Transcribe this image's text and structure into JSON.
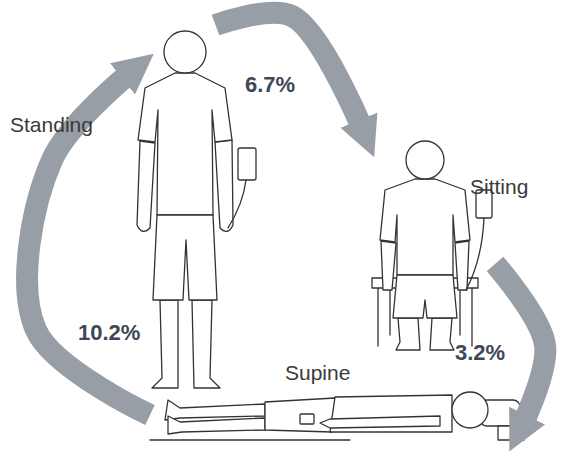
{
  "diagram": {
    "nodes": [
      {
        "text": [
          "Standing"
        ]
      },
      {
        "text": [
          "Sitting"
        ]
      },
      {
        "text": [
          "Supine"
        ]
      }
    ],
    "edges": [
      {
        "from": 0,
        "to": 1,
        "arrow": "to",
        "label": "6.7%"
      },
      {
        "from": 1,
        "to": 2,
        "arrow": "to",
        "label": "3.2%"
      },
      {
        "from": 2,
        "to": 0,
        "arrow": "to",
        "label": "10.2%"
      }
    ]
  }
}
